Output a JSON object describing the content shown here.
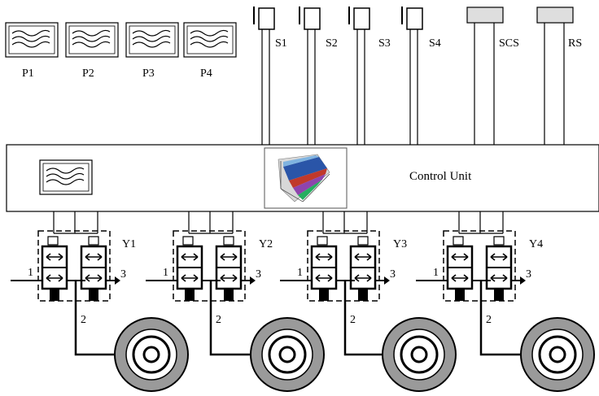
{
  "pressure_sensors": [
    {
      "label": "P1"
    },
    {
      "label": "P2"
    },
    {
      "label": "P3"
    },
    {
      "label": "P4"
    }
  ],
  "signals": [
    {
      "label": "S1"
    },
    {
      "label": "S2"
    },
    {
      "label": "S3"
    },
    {
      "label": "S4"
    },
    {
      "label": "SCS"
    },
    {
      "label": "RS"
    }
  ],
  "control_unit": {
    "label": "Control Unit"
  },
  "valves": [
    {
      "label": "Y1",
      "port_in": "1",
      "port_out": "3",
      "port_wheel": "2"
    },
    {
      "label": "Y2",
      "port_in": "1",
      "port_out": "3",
      "port_wheel": "2"
    },
    {
      "label": "Y3",
      "port_in": "1",
      "port_out": "3",
      "port_wheel": "2"
    },
    {
      "label": "Y4",
      "port_in": "1",
      "port_out": "3",
      "port_wheel": "2"
    }
  ],
  "colors": {
    "line": "#000000",
    "wheel": "#9a9a9a",
    "chart_bg": "#d8d8d8"
  }
}
